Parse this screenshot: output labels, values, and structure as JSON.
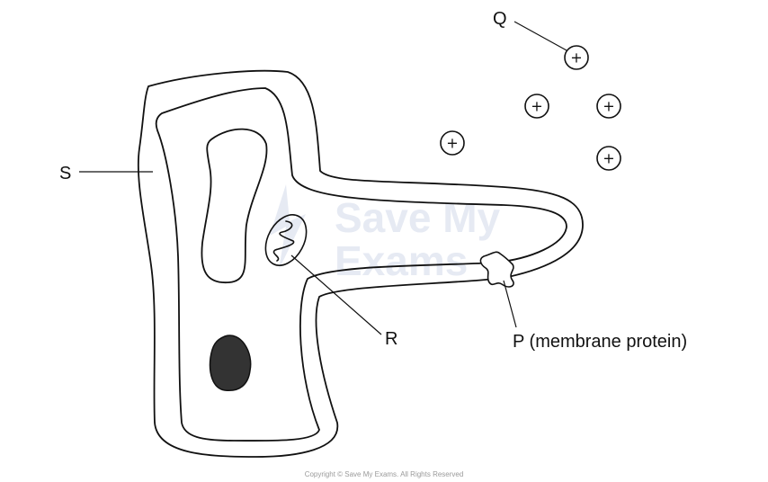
{
  "labels": {
    "q": "Q",
    "s": "S",
    "r": "R",
    "p": "P (membrane protein)"
  },
  "ions": {
    "sign": "+"
  },
  "watermark": {
    "line1": "Save My",
    "line2": "Exams"
  },
  "footer": {
    "copyright": "Copyright © Save My Exams. All Rights Reserved"
  },
  "colors": {
    "stroke": "#111111",
    "nucleus": "#333333",
    "watermark": "#e6eaf3",
    "copyright": "#9a9a9a"
  }
}
